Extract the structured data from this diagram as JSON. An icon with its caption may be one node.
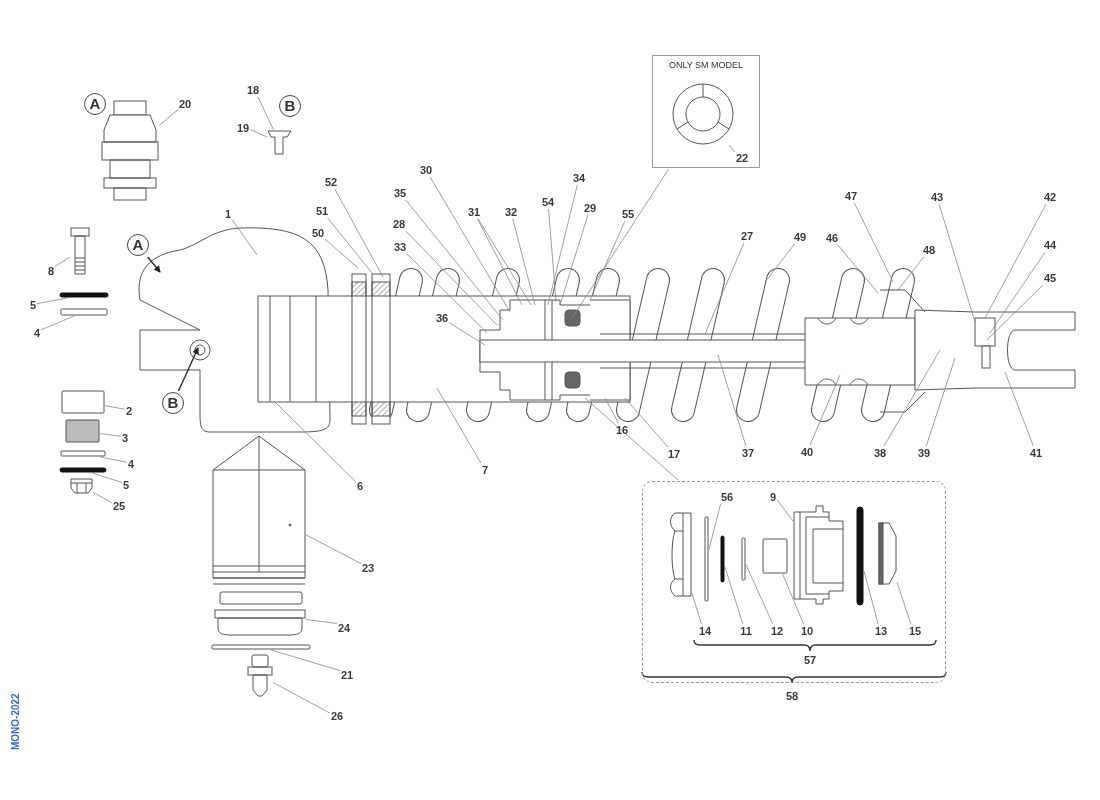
{
  "diagram": {
    "nodes": [
      {
        "text": [
          "A"
        ]
      },
      {
        "text": [
          "20"
        ]
      },
      {
        "text": [
          "18"
        ]
      },
      {
        "text": [
          "B"
        ]
      },
      {
        "text": [
          "19"
        ]
      },
      {
        "text": [
          "ONLY SM MODEL"
        ]
      },
      {
        "text": [
          "22"
        ],
        "in": 5
      },
      {
        "text": [
          "30"
        ]
      },
      {
        "text": [
          "34"
        ]
      },
      {
        "text": [
          "52"
        ]
      },
      {
        "text": [
          "35"
        ]
      },
      {
        "text": [
          "47"
        ]
      },
      {
        "text": [
          "43"
        ]
      },
      {
        "text": [
          "42"
        ]
      },
      {
        "text": [
          "54"
        ]
      },
      {
        "text": [
          "29"
        ]
      },
      {
        "text": [
          "51"
        ]
      },
      {
        "text": [
          "31"
        ]
      },
      {
        "text": [
          "32"
        ]
      },
      {
        "text": [
          "1"
        ]
      },
      {
        "text": [
          "55"
        ]
      },
      {
        "text": [
          "28"
        ]
      },
      {
        "text": [
          "50"
        ]
      },
      {
        "text": [
          "27"
        ]
      },
      {
        "text": [
          "49"
        ]
      },
      {
        "text": [
          "46"
        ]
      },
      {
        "text": [
          "44"
        ]
      },
      {
        "text": [
          "33"
        ]
      },
      {
        "text": [
          "A"
        ]
      },
      {
        "text": [
          "48"
        ]
      },
      {
        "text": [
          "8"
        ]
      },
      {
        "text": [
          "45"
        ]
      },
      {
        "text": [
          "5"
        ]
      },
      {
        "text": [
          "36"
        ]
      },
      {
        "text": [
          "4"
        ]
      },
      {
        "text": [
          "B"
        ]
      },
      {
        "text": [
          "2"
        ]
      },
      {
        "text": [
          "3"
        ]
      },
      {
        "text": [
          "16"
        ]
      },
      {
        "text": [
          "17"
        ]
      },
      {
        "text": [
          "37"
        ]
      },
      {
        "text": [
          "40"
        ]
      },
      {
        "text": [
          "38"
        ]
      },
      {
        "text": [
          "39"
        ]
      },
      {
        "text": [
          "41"
        ]
      },
      {
        "text": [
          "4"
        ]
      },
      {
        "text": [
          "7"
        ]
      },
      {
        "text": [
          "5"
        ]
      },
      {
        "text": [
          "6"
        ]
      },
      {
        "text": [],
        "shape": "box"
      },
      {
        "text": [
          "56"
        ],
        "in": 49
      },
      {
        "text": [
          "9"
        ],
        "in": 49
      },
      {
        "text": [
          "25"
        ]
      },
      {
        "text": [
          "23"
        ]
      },
      {
        "text": [
          "24"
        ]
      },
      {
        "text": [
          "14"
        ],
        "in": 49
      },
      {
        "text": [
          "11"
        ],
        "in": 49
      },
      {
        "text": [
          "12"
        ],
        "in": 49
      },
      {
        "text": [
          "10"
        ],
        "in": 49
      },
      {
        "text": [
          "13"
        ],
        "in": 49
      },
      {
        "text": [
          "15"
        ],
        "in": 49
      },
      {
        "text": [
          "21"
        ]
      },
      {
        "text": [
          "26"
        ]
      },
      {
        "text": [],
        "shape": "picture"
      },
      {
        "text": [],
        "shape": "picture"
      },
      {
        "text": [],
        "shape": "picture",
        "in": 5
      },
      {
        "text": [],
        "shape": "picture"
      },
      {
        "text": [],
        "shape": "bar"
      },
      {
        "text": [],
        "shape": "box"
      },
      {
        "text": [],
        "shape": "box"
      },
      {
        "text": [],
        "shape": "box"
      },
      {
        "text": [],
        "shape": "box"
      },
      {
        "text": [],
        "shape": "bar"
      },
      {
        "text": [],
        "shape": "picture"
      },
      {
        "text": [],
        "shape": "picture"
      },
      {
        "text": [],
        "shape": "picture"
      },
      {
        "text": [],
        "shape": "box"
      },
      {
        "text": [],
        "shape": "picture"
      },
      {
        "text": [],
        "shape": "picture",
        "in": 49
      },
      {
        "text": [],
        "shape": "box",
        "in": 49
      },
      {
        "text": [],
        "shape": "bar",
        "in": 49
      },
      {
        "text": [],
        "shape": "box",
        "in": 49
      },
      {
        "text": [],
        "shape": "box",
        "in": 49
      },
      {
        "text": [],
        "shape": "picture",
        "in": 49
      },
      {
        "text": [],
        "shape": "bar",
        "in": 49
      },
      {
        "text": [],
        "shape": "picture",
        "in": 49
      }
    ],
    "edges": [
      {
        "from": 1,
        "to": 63,
        "arrow": "none"
      },
      {
        "from": 2,
        "to": 64,
        "arrow": "none"
      },
      {
        "from": 4,
        "to": 64,
        "arrow": "none"
      },
      {
        "from": 5,
        "to": null,
        "arrow": "none"
      },
      {
        "from": 6,
        "to": 65,
        "arrow": "none"
      },
      {
        "from": 7,
        "to": null,
        "arrow": "none"
      },
      {
        "from": 8,
        "to": null,
        "arrow": "none"
      },
      {
        "from": 9,
        "to": null,
        "arrow": "none"
      },
      {
        "from": 10,
        "to": null,
        "arrow": "none"
      },
      {
        "from": 11,
        "to": null,
        "arrow": "none"
      },
      {
        "from": 12,
        "to": null,
        "arrow": "none"
      },
      {
        "from": 13,
        "to": null,
        "arrow": "none"
      },
      {
        "from": 14,
        "to": null,
        "arrow": "none"
      },
      {
        "from": 15,
        "to": null,
        "arrow": "none"
      },
      {
        "from": 16,
        "to": null,
        "arrow": "none"
      },
      {
        "from": 17,
        "to": null,
        "arrow": "none"
      },
      {
        "from": 17,
        "to": null,
        "arrow": "none"
      },
      {
        "from": 18,
        "to": null,
        "arrow": "none"
      },
      {
        "from": 19,
        "to": null,
        "arrow": "none"
      },
      {
        "from": 20,
        "to": null,
        "arrow": "none"
      },
      {
        "from": 21,
        "to": null,
        "arrow": "none"
      },
      {
        "from": 22,
        "to": null,
        "arrow": "none"
      },
      {
        "from": 23,
        "to": null,
        "arrow": "none"
      },
      {
        "from": 24,
        "to": null,
        "arrow": "none"
      },
      {
        "from": 25,
        "to": null,
        "arrow": "none"
      },
      {
        "from": 26,
        "to": null,
        "arrow": "none"
      },
      {
        "from": 27,
        "to": null,
        "arrow": "none"
      },
      {
        "from": 28,
        "to": null,
        "arrow": "to",
        "color": "#222222"
      },
      {
        "from": 29,
        "to": null,
        "arrow": "none"
      },
      {
        "from": 30,
        "to": 66,
        "arrow": "none"
      },
      {
        "from": 31,
        "to": null,
        "arrow": "none"
      },
      {
        "from": 32,
        "to": 67,
        "arrow": "none"
      },
      {
        "from": 33,
        "to": null,
        "arrow": "none"
      },
      {
        "from": 34,
        "to": 68,
        "arrow": "none"
      },
      {
        "from": 35,
        "to": null,
        "arrow": "to",
        "color": "#222222"
      },
      {
        "from": 36,
        "to": 69,
        "arrow": "none"
      },
      {
        "from": 37,
        "to": 70,
        "arrow": "none"
      },
      {
        "from": 38,
        "to": null,
        "arrow": "none"
      },
      {
        "from": 39,
        "to": null,
        "arrow": "none"
      },
      {
        "from": 40,
        "to": null,
        "arrow": "none"
      },
      {
        "from": 41,
        "to": null,
        "arrow": "none"
      },
      {
        "from": 42,
        "to": null,
        "arrow": "none"
      },
      {
        "from": 43,
        "to": null,
        "arrow": "none"
      },
      {
        "from": 44,
        "to": null,
        "arrow": "none"
      },
      {
        "from": 45,
        "to": 71,
        "arrow": "none"
      },
      {
        "from": 46,
        "to": null,
        "arrow": "none"
      },
      {
        "from": 47,
        "to": 72,
        "arrow": "none"
      },
      {
        "from": 48,
        "to": null,
        "arrow": "none"
      },
      {
        "from": 49,
        "to": null,
        "arrow": "none"
      },
      {
        "from": 50,
        "to": 79,
        "arrow": "none"
      },
      {
        "from": 51,
        "to": 83,
        "arrow": "none"
      },
      {
        "from": 52,
        "to": 73,
        "arrow": "none"
      },
      {
        "from": 53,
        "to": 74,
        "arrow": "none"
      },
      {
        "from": 54,
        "to": 75,
        "arrow": "none"
      },
      {
        "from": 55,
        "to": 78,
        "arrow": "none"
      },
      {
        "from": 56,
        "to": 80,
        "arrow": "none"
      },
      {
        "from": 57,
        "to": 81,
        "arrow": "none"
      },
      {
        "from": 58,
        "to": 82,
        "arrow": "none"
      },
      {
        "from": 59,
        "to": 84,
        "arrow": "none"
      },
      {
        "from": 60,
        "to": 85,
        "arrow": "none"
      },
      {
        "from": 61,
        "to": 76,
        "arrow": "none"
      },
      {
        "from": 62,
        "to": 77,
        "arrow": "none"
      }
    ],
    "labels": [
      "57",
      "58",
      "MONO-2022"
    ]
  }
}
